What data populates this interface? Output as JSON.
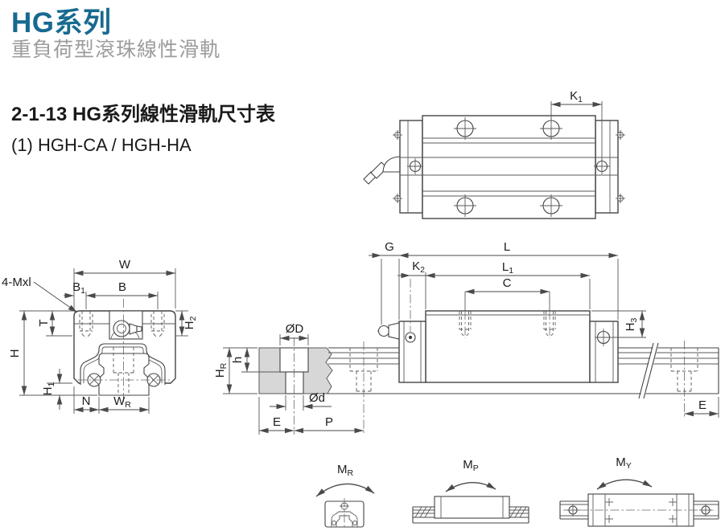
{
  "header": {
    "title": "HG系列",
    "subtitle": "重負荷型滾珠線性滑軌",
    "section_heading": "2-1-13 HG系列線性滑軌尺寸表",
    "subsection_heading": "(1) HGH-CA / HGH-HA"
  },
  "colors": {
    "title_blue": "#176a8f",
    "subtitle_gray": "#9c9c9c",
    "heading_black": "#1a1a1a",
    "line": "#444444",
    "rail_fill": "#d7d7d7"
  },
  "drawings": {
    "top_view": {
      "k1": {
        "main": "K",
        "sub": "1"
      }
    },
    "cross_section": {
      "bolt_label": "4-Mxl",
      "w": "W",
      "b1": {
        "main": "B",
        "sub": "1"
      },
      "b": "B",
      "t": "T",
      "h": "H",
      "h1": {
        "main": "H",
        "sub": "1"
      },
      "h2": {
        "main": "H",
        "sub": "2"
      },
      "n": "N",
      "wr": {
        "main": "W",
        "sub": "R"
      }
    },
    "rail_section": {
      "od": "ØD",
      "od_small": "Ød",
      "h": "h",
      "hr": {
        "main": "H",
        "sub": "R"
      },
      "e": "E",
      "p": "P"
    },
    "side_view": {
      "g": "G",
      "l": "L",
      "k2": {
        "main": "K",
        "sub": "2"
      },
      "l1": {
        "main": "L",
        "sub": "1"
      },
      "c": "C",
      "h3": {
        "main": "H",
        "sub": "3"
      },
      "e": "E"
    },
    "moments": {
      "mr": {
        "main": "M",
        "sub": "R"
      },
      "mp": {
        "main": "M",
        "sub": "P"
      },
      "my": {
        "main": "M",
        "sub": "Y"
      }
    }
  }
}
